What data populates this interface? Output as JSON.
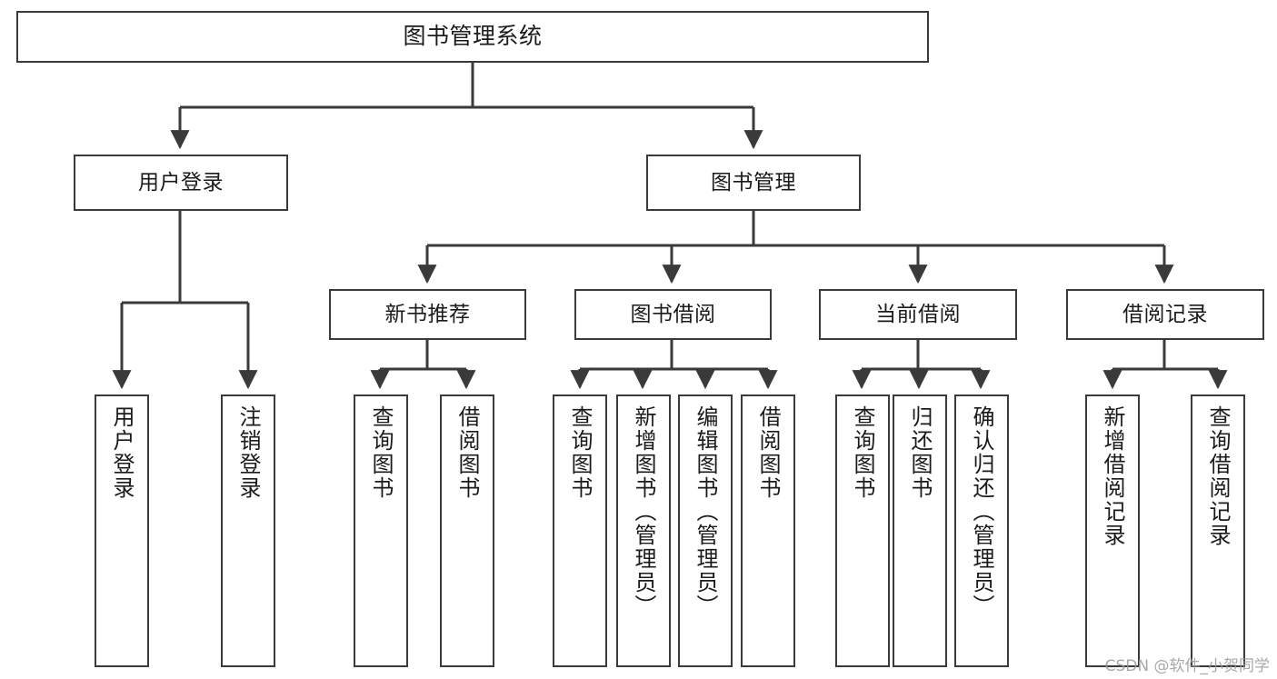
{
  "diagram": {
    "title": "图书管理系统",
    "type": "tree",
    "orientation": "top-down",
    "line_color": "#3a3a3a",
    "box_fill": "#ffffff",
    "text_color": "#1b1b1b",
    "root": {
      "label": "图书管理系统"
    },
    "level1": [
      {
        "label": "用户登录"
      },
      {
        "label": "图书管理"
      }
    ],
    "level2": [
      {
        "label": "新书推荐"
      },
      {
        "label": "图书借阅"
      },
      {
        "label": "当前借阅"
      },
      {
        "label": "借阅记录"
      }
    ],
    "leaves": {
      "user_login": [
        {
          "label": "用户登录"
        },
        {
          "label": "注销登录"
        }
      ],
      "new_book": [
        {
          "label": "查询图书"
        },
        {
          "label": "借阅图书"
        }
      ],
      "book_borrow": [
        {
          "label": "查询图书"
        },
        {
          "label": "新增图书（管理员）"
        },
        {
          "label": "编辑图书（管理员）"
        },
        {
          "label": "借阅图书"
        }
      ],
      "current_borrow": [
        {
          "label": "查询图书"
        },
        {
          "label": "归还图书"
        },
        {
          "label": "确认归还（管理员）"
        }
      ],
      "borrow_records": [
        {
          "label": "新增借阅记录"
        },
        {
          "label": "查询借阅记录"
        }
      ]
    }
  },
  "watermark": {
    "text": "CSDN @软件_小贺同学"
  }
}
